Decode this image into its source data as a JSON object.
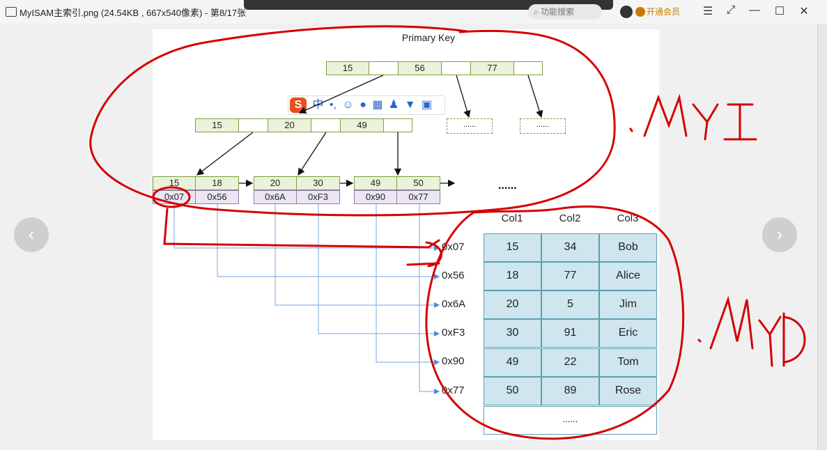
{
  "window": {
    "title": "MyISAM主索引.png (24.54KB , 667x540像素) - 第8/17张",
    "search_placeholder": "功能搜索",
    "vip_label": "开通会员",
    "prev_glyph": "‹",
    "next_glyph": "›",
    "icons": [
      "image-icon",
      "search-icon",
      "menu-icon",
      "fullscreen-icon",
      "minimize-icon",
      "maximize-icon",
      "close-icon"
    ]
  },
  "diagram": {
    "title": "Primary Key",
    "root_keys": [
      "15",
      "56",
      "77"
    ],
    "mid_keys": [
      "15",
      "20",
      "49"
    ],
    "placeholder": "......",
    "leaves": [
      {
        "keys": [
          "15",
          "18"
        ],
        "ptrs": [
          "0x07",
          "0x56"
        ]
      },
      {
        "keys": [
          "20",
          "30"
        ],
        "ptrs": [
          "0x6A",
          "0xF3"
        ]
      },
      {
        "keys": [
          "49",
          "50"
        ],
        "ptrs": [
          "0x90",
          "0x77"
        ]
      }
    ],
    "leaf_more": "......",
    "table_headers": [
      "Col1",
      "Col2",
      "Col3"
    ],
    "addresses": [
      "0x07",
      "0x56",
      "0x6A",
      "0xF3",
      "0x90",
      "0x77"
    ],
    "rows": [
      [
        "15",
        "34",
        "Bob"
      ],
      [
        "18",
        "77",
        "Alice"
      ],
      [
        "20",
        "5",
        "Jim"
      ],
      [
        "30",
        "91",
        "Eric"
      ],
      [
        "49",
        "22",
        "Tom"
      ],
      [
        "50",
        "89",
        "Rose"
      ]
    ],
    "table_more": "......"
  },
  "ime_toolbar": {
    "logo": "S",
    "mode": "中",
    "punct": "•,"
  },
  "annotations": {
    "ink_color": "#d40000"
  }
}
